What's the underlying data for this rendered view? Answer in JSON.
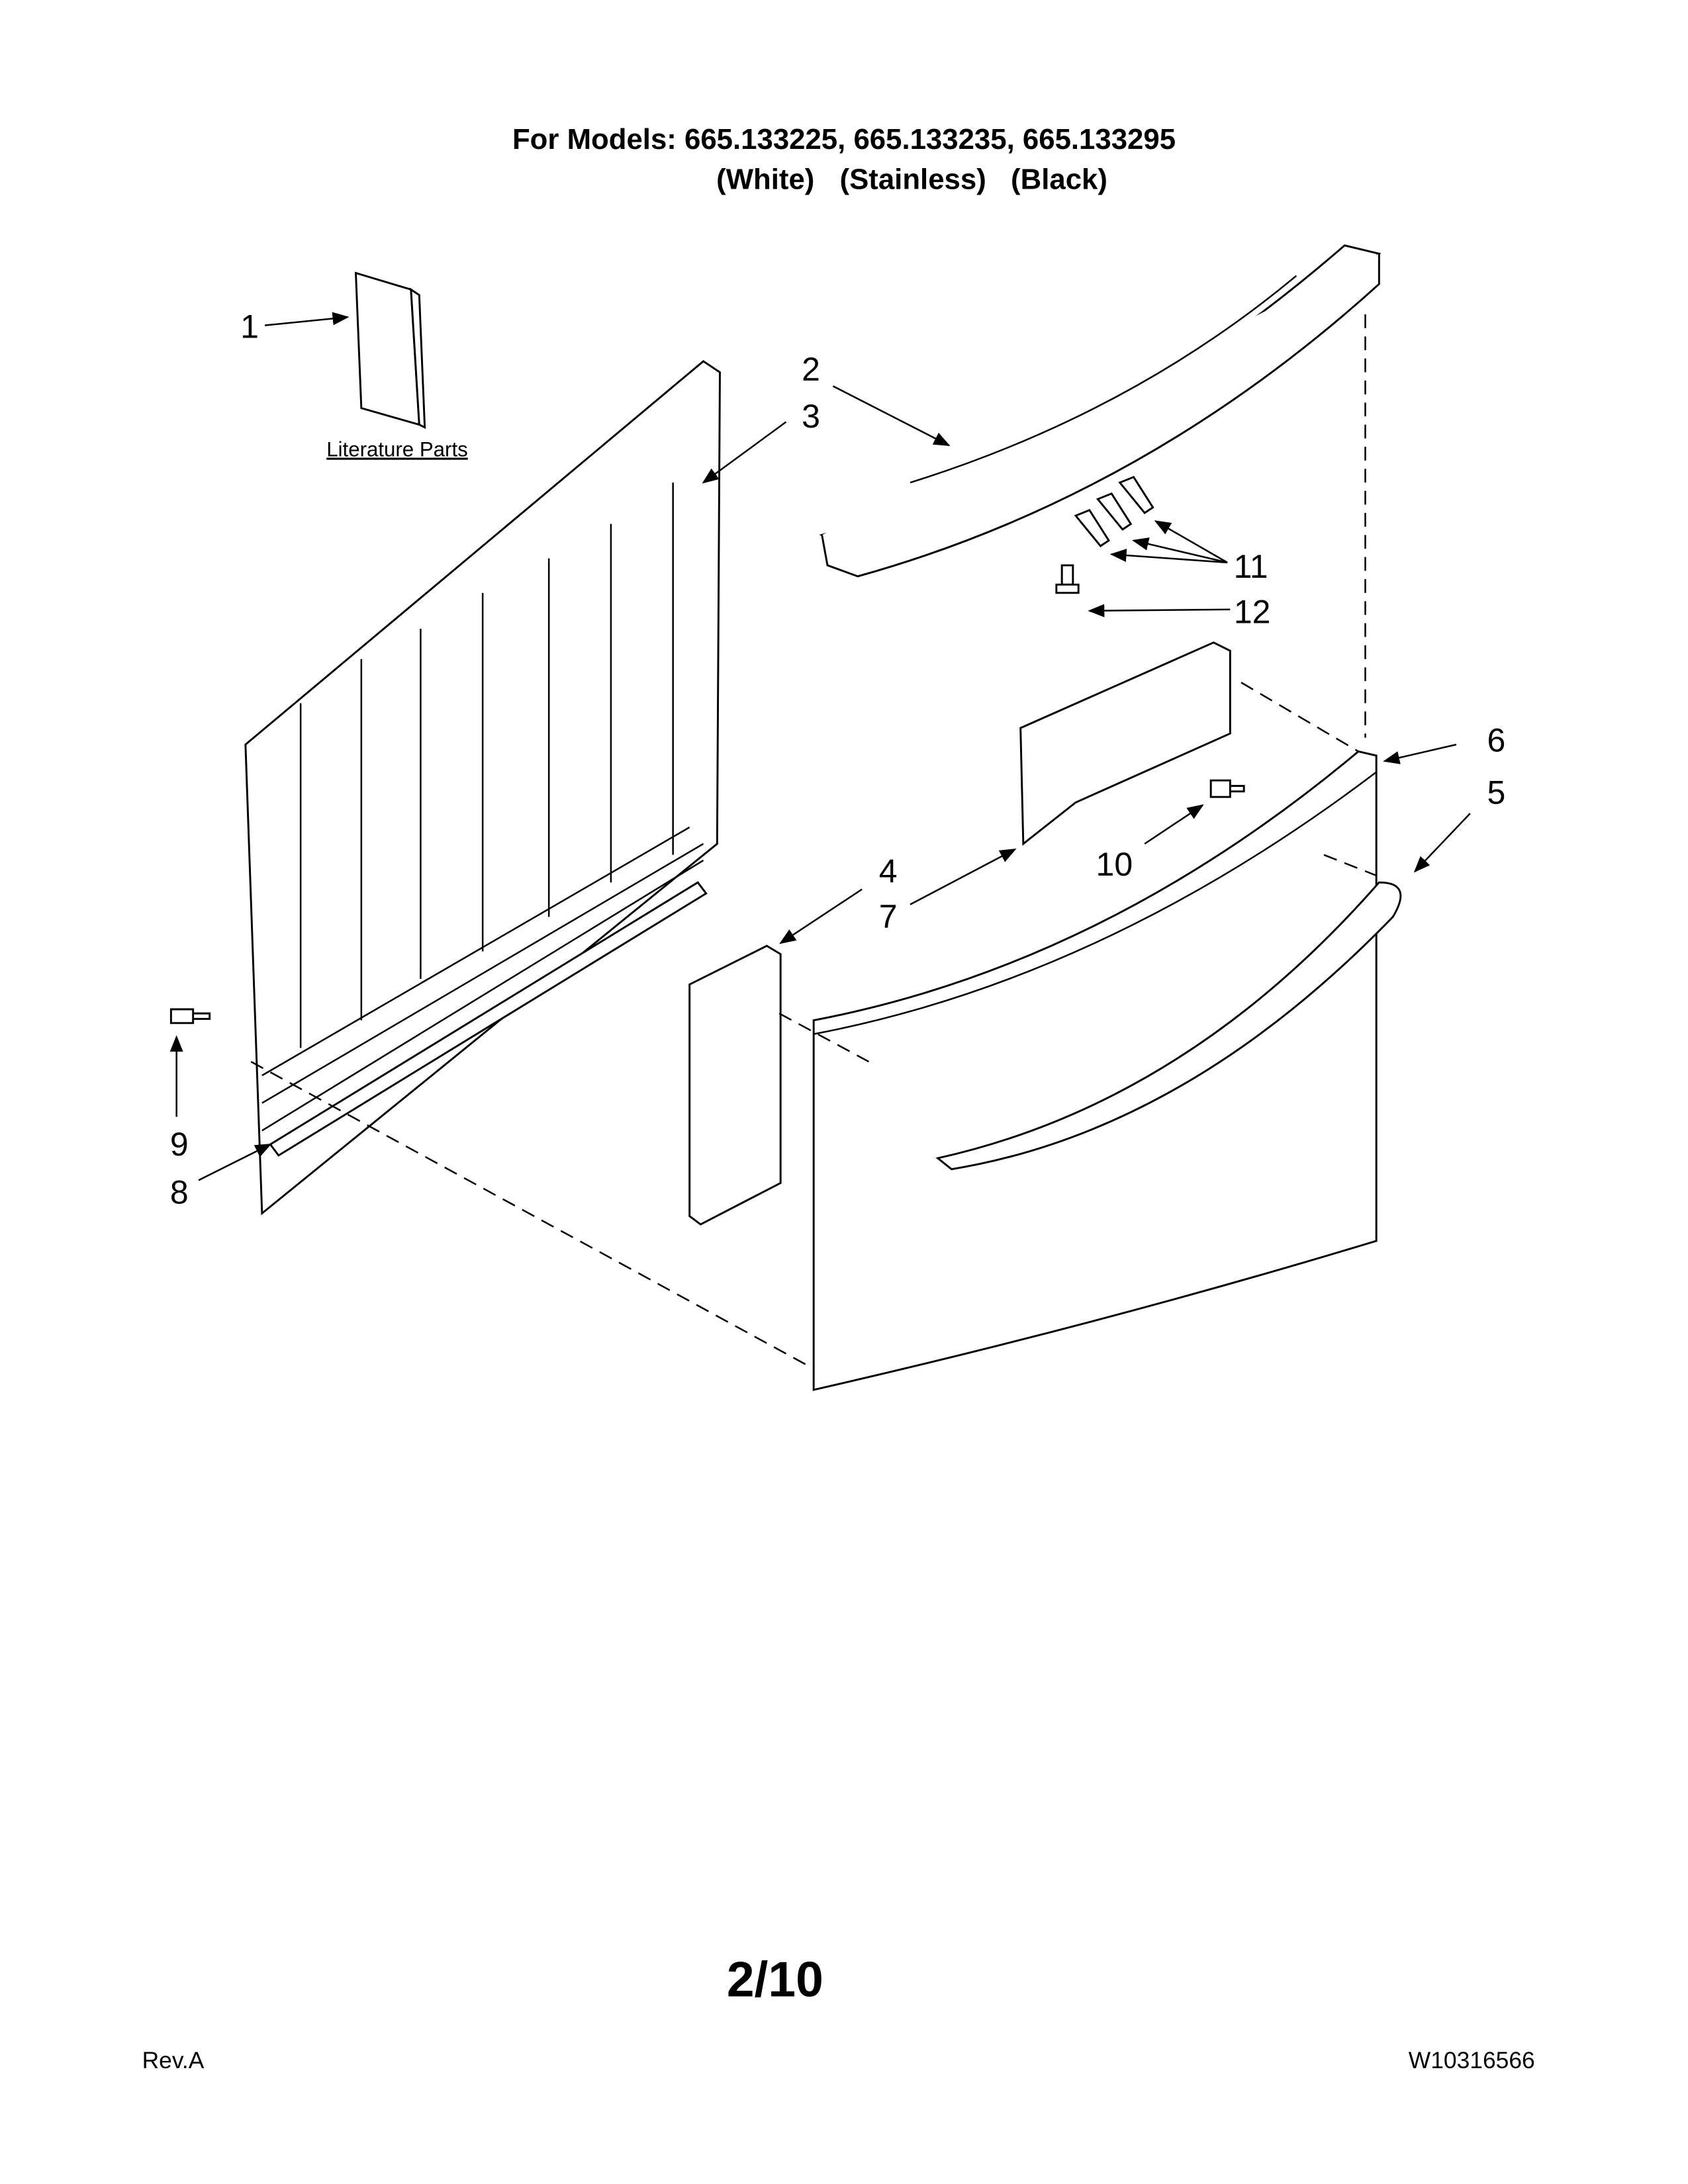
{
  "header": {
    "models_line": "For Models: 665.133225, 665.133235, 665.133295",
    "color_white": "(White)",
    "color_stainless": "(Stainless)",
    "color_black": "(Black)"
  },
  "literature_label": "Literature Parts",
  "callouts": [
    "1",
    "2",
    "3",
    "4",
    "5",
    "6",
    "7",
    "8",
    "9",
    "10",
    "11",
    "12"
  ],
  "footer": {
    "page": "2/10",
    "revision": "Rev.A",
    "doc_number": "W10316566"
  }
}
